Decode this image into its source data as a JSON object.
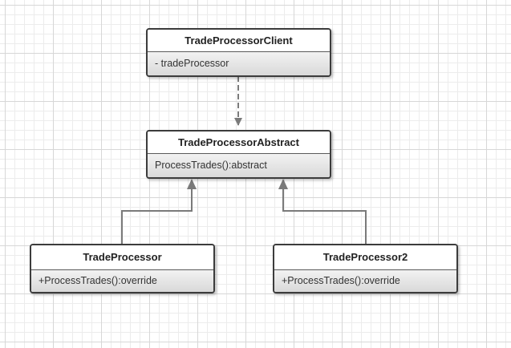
{
  "diagram": {
    "classes": [
      {
        "id": "client",
        "name": "TradeProcessorClient",
        "members": [
          "- tradeProcessor"
        ]
      },
      {
        "id": "abstract",
        "name": "TradeProcessorAbstract",
        "members": [
          "ProcessTrades():abstract"
        ]
      },
      {
        "id": "processor1",
        "name": "TradeProcessor",
        "members": [
          "+ProcessTrades():override"
        ]
      },
      {
        "id": "processor2",
        "name": "TradeProcessor2",
        "members": [
          "+ProcessTrades():override"
        ]
      }
    ],
    "relations": [
      {
        "type": "dependency",
        "from": "client",
        "to": "abstract"
      },
      {
        "type": "inheritance",
        "from": "processor1",
        "to": "abstract"
      },
      {
        "type": "inheritance",
        "from": "processor2",
        "to": "abstract"
      }
    ],
    "colors": {
      "border": "#3c3c3c",
      "connector": "#7a7a7a",
      "member_gradient_top": "#f2f2f2",
      "member_gradient_bottom": "#d9d9d9"
    }
  }
}
